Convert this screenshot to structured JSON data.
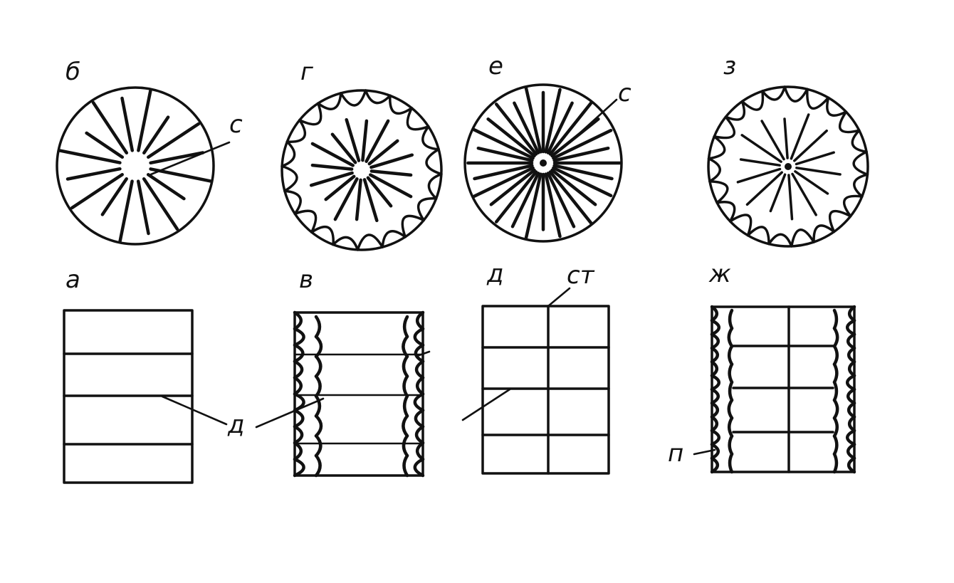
{
  "panel_labels": {
    "a": "а",
    "b": "б",
    "v": "в",
    "g": "г",
    "d": "д",
    "e": "е",
    "zh": "ж",
    "z": "з"
  },
  "callouts": {
    "c_b": "с",
    "c_e": "с",
    "d_mid": "д",
    "st": "ст",
    "p": "п"
  }
}
